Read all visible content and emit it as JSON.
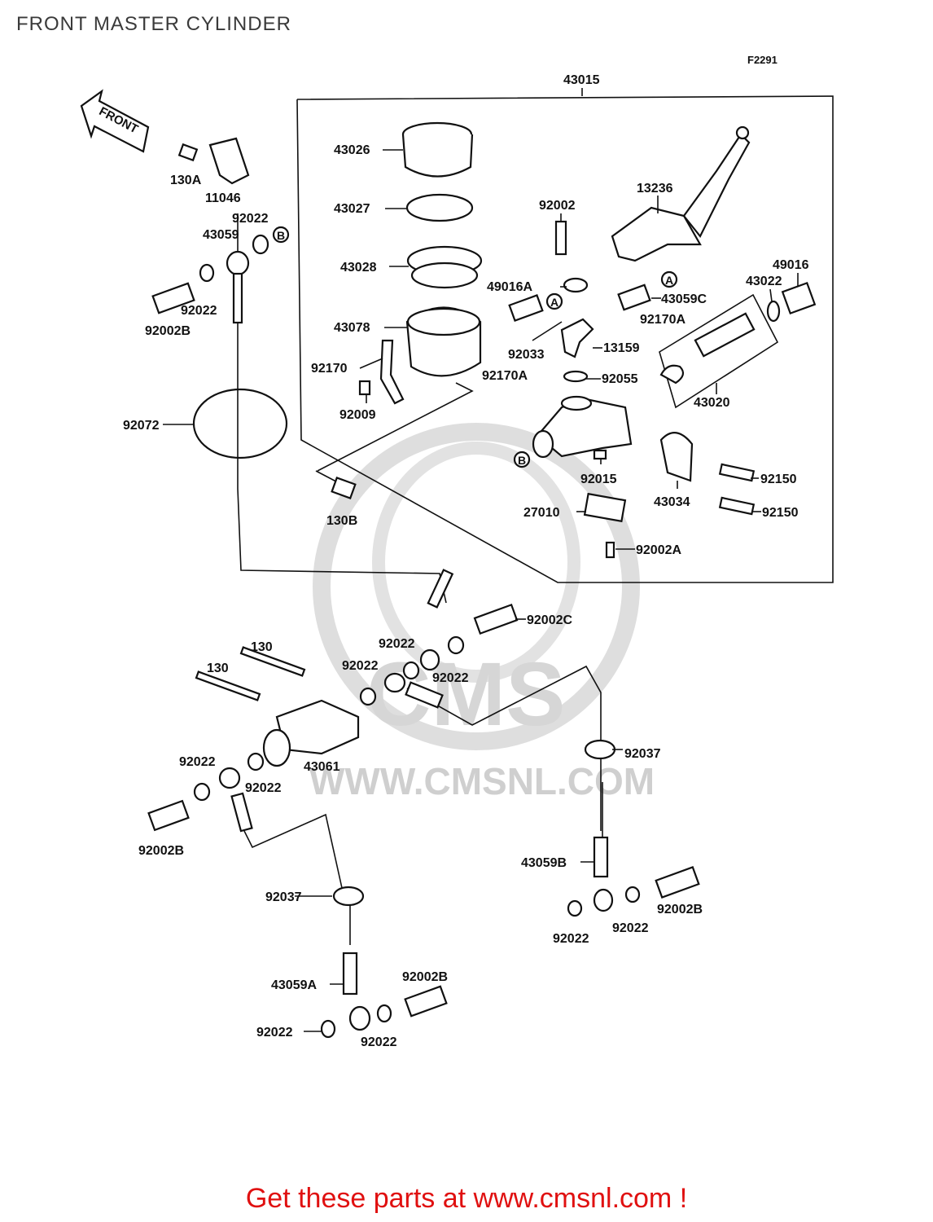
{
  "header": {
    "title": "FRONT MASTER CYLINDER",
    "figure_code": "F2291"
  },
  "front_arrow": "FRONT",
  "watermark": {
    "text": "WWW.CMSNL.COM",
    "logo_text": "CMS"
  },
  "labels": {
    "p43015": "43015",
    "p43026": "43026",
    "p43027": "43027",
    "p43028": "43028",
    "p43078": "43078",
    "p92170": "92170",
    "p92009": "92009",
    "p92002": "92002",
    "p13236": "13236",
    "p49016A": "49016A",
    "p43059C": "43059C",
    "p92170A_1": "92170A",
    "p92170A_2": "92170A",
    "p92033": "92033",
    "p13159": "13159",
    "p92055": "92055",
    "p49016": "49016",
    "p43022": "43022",
    "p43020": "43020",
    "p92015": "92015",
    "p43034": "43034",
    "p92150_1": "92150",
    "p92150_2": "92150",
    "p27010": "27010",
    "p92002A": "92002A",
    "p130A": "130A",
    "p11046": "11046",
    "p92022_a": "92022",
    "p43059": "43059",
    "p92022_b": "92022",
    "p92002B_a": "92002B",
    "p92072": "92072",
    "p130B": "130B",
    "p92002C": "92002C",
    "p92022_c": "92022",
    "p92022_d": "92022",
    "p92022_e": "92022",
    "p130_1": "130",
    "p130_2": "130",
    "p43061": "43061",
    "p92022_f": "92022",
    "p92022_g": "92022",
    "p92002B_b": "92002B",
    "p92037_a": "92037",
    "p92037_b": "92037",
    "p43059B": "43059B",
    "p92002B_c": "92002B",
    "p92022_h": "92022",
    "p92022_i": "92022",
    "p43059A": "43059A",
    "p92002B_d": "92002B",
    "p92022_j": "92022",
    "p92022_k": "92022",
    "marker_A1": "A",
    "marker_A2": "A",
    "marker_B1": "B",
    "marker_B2": "B"
  },
  "footer": {
    "promo": "Get these parts at www.cmsnl.com !"
  },
  "colors": {
    "promo": "#e01010",
    "line": "#111111",
    "watermark": "#d0d0d0"
  }
}
